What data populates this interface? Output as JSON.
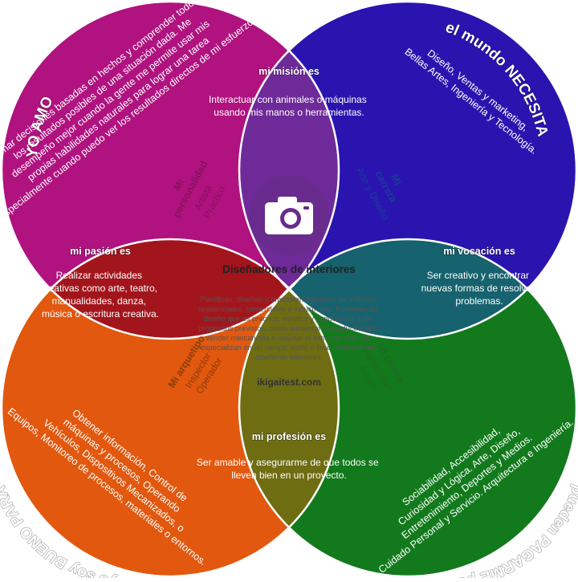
{
  "colors": {
    "love": "#b0127f",
    "world": "#2a14b0",
    "good": "#e2580e",
    "paid": "#127a1c",
    "personality": "#f38fcb",
    "career": "#8ec1ff",
    "archetype": "#f7c35a",
    "rarity": "#9fd394",
    "logo_bg": "#6a2b8e"
  },
  "love": {
    "title": "YO AMO",
    "text": "Tomar decisiones basadas en hechos y comprender todos los resultados posibles de una situación dada. Me desempeño mejor cuando la gente me permite usar mis propias habilidades naturales para lograr una tarea especialmente cuando puedo ver los resultados directos de mi esfuerzo."
  },
  "world": {
    "title": "el mundo NECESITA",
    "text": "Diseño, Ventas y marketing, Bellas Artes, Ingeniería y Tecnología."
  },
  "good": {
    "title": "yo soy BUENO PARA",
    "text": "Obtener información, Control de máquinas y procesos, Operando Vehículos, Dispositivos Mecanizados, o Equipos, Monitoreo de procesos, materiales o entornos."
  },
  "paid": {
    "title": "pueden PAGARME por",
    "text": "Sociabilidad, Accesibilidad, Curiosidad y Lógica. Arte, Diseño, Entretenimiento, Deportes y Medios. Cuidado Personal y Servicio. Arquitectura e Ingeniería."
  },
  "mission": {
    "title": "mi misión es",
    "lines": [
      "Interactuar con animales o máquinas",
      "usando mis manos o herramientas."
    ]
  },
  "passion": {
    "title": "mi pasión es",
    "lines": [
      "Realizar actividades",
      "creativas como arte, teatro,",
      "manualidades, danza,",
      "música o escritura creativa."
    ]
  },
  "vocation": {
    "title": "mi vocación es",
    "lines": [
      "Ser creativo y encontrar",
      "nuevas formas de resolver",
      "problemas."
    ]
  },
  "profession": {
    "title": "mi profesión es",
    "lines": [
      "Ser amable y asegurarme de que todos se",
      "lleven bien en un proyecto."
    ]
  },
  "personality": {
    "title_lines": [
      "Mi",
      "personalidad"
    ],
    "traits": [
      "Artista",
      "Práctico"
    ]
  },
  "career": {
    "title_lines": [
      "Mi",
      "carrera"
    ],
    "traits": [
      "Arte y Diseño"
    ]
  },
  "archetype": {
    "title": "Mi arquetipo",
    "traits": [
      "Inspector",
      "Operador"
    ]
  },
  "rarity": {
    "title": "Mi rareza",
    "traits": [
      "Amabilidad",
      "Astuta"
    ]
  },
  "center": {
    "job_title": "Diseñadores de interiores",
    "description_lines": [
      "Planifican, diseñan y amueblan interiores de edificios",
      "residenciales, comerciales o industriales. Formulan un",
      "diseño que es práctico, estético y conducente a los",
      "propósitos previstos, como aumentar la productividad,",
      "vender mercancías o mejorar el estilo de vida. Se",
      "especializan en un campo, estilo o fase particular del",
      "diseño de interiores."
    ],
    "site": "ikigaitest.com",
    "logo_icon": "camera-icon"
  }
}
